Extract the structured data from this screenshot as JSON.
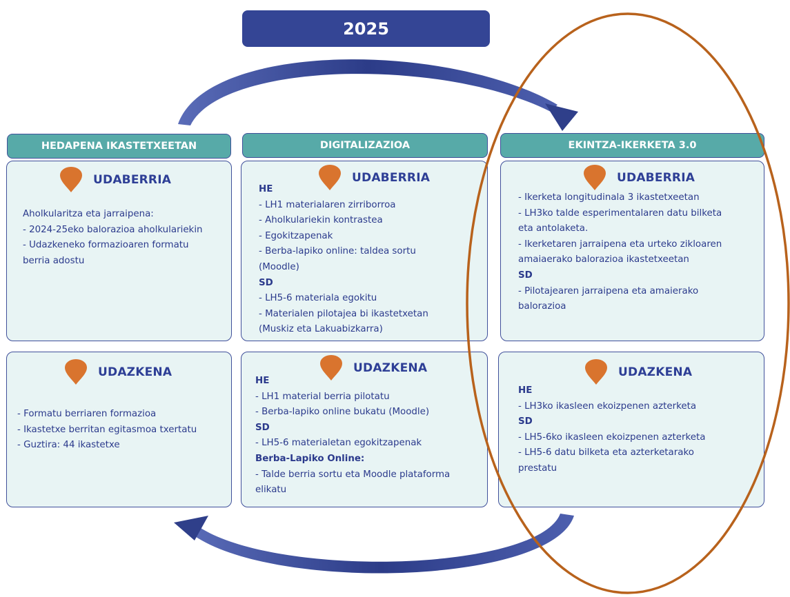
{
  "year": "2025",
  "columns": [
    {
      "header": "HEDAPENA IKASTETXEETAN",
      "spring": {
        "title": "UDABERRIA",
        "lines": [
          {
            "text": "Aholkularitza eta jarraipena:",
            "bold": false
          },
          {
            "text": "- 2024-25eko balorazioa aholkulariekin",
            "bold": false
          },
          {
            "text": "- Udazkeneko formazioaren formatu",
            "bold": false
          },
          {
            "text": "berria adostu",
            "bold": false
          }
        ]
      },
      "autumn": {
        "title": "UDAZKENA",
        "lines": [
          {
            "text": "- Formatu berriaren formazioa",
            "bold": false
          },
          {
            "text": "- Ikastetxe berritan egitasmoa txertatu",
            "bold": false
          },
          {
            "text": "- Guztira: 44 ikastetxe",
            "bold": false
          }
        ]
      }
    },
    {
      "header": "DIGITALIZAZIOA",
      "spring": {
        "title": "UDABERRIA",
        "lines": [
          {
            "text": "HE",
            "bold": true
          },
          {
            "text": "- LH1 materialaren zirriborroa",
            "bold": false
          },
          {
            "text": "- Aholkulariekin kontrastea",
            "bold": false
          },
          {
            "text": "- Egokitzapenak",
            "bold": false
          },
          {
            "text": "- Berba-lapiko online: taldea sortu",
            "bold": false
          },
          {
            "text": "(Moodle)",
            "bold": false
          },
          {
            "text": "SD",
            "bold": true
          },
          {
            "text": "- LH5-6 materiala egokitu",
            "bold": false
          },
          {
            "text": "- Materialen pilotajea bi ikastetxetan",
            "bold": false
          },
          {
            "text": "(Muskiz eta Lakuabizkarra)",
            "bold": false
          }
        ]
      },
      "autumn": {
        "title": "UDAZKENA",
        "lines": [
          {
            "text": "HE",
            "bold": true
          },
          {
            "text": "- LH1 material berria pilotatu",
            "bold": false
          },
          {
            "text": "- Berba-lapiko online bukatu (Moodle)",
            "bold": false
          },
          {
            "text": "SD",
            "bold": true
          },
          {
            "text": "- LH5-6 materialetan egokitzapenak",
            "bold": false
          },
          {
            "text": "Berba-Lapiko Online:",
            "bold": true
          },
          {
            "text": "- Talde berria sortu eta Moodle plataforma",
            "bold": false
          },
          {
            "text": "elikatu",
            "bold": false
          }
        ]
      }
    },
    {
      "header": "EKINTZA-IKERKETA 3.0",
      "spring": {
        "title": "UDABERRIA",
        "lines": [
          {
            "text": "- Ikerketa longitudinala 3 ikastetxeetan",
            "bold": false
          },
          {
            "text": "- LH3ko talde esperimentalaren datu bilketa",
            "bold": false
          },
          {
            "text": "eta antolaketa.",
            "bold": false
          },
          {
            "text": "- Ikerketaren jarraipena eta urteko zikloaren",
            "bold": false
          },
          {
            "text": "amaiaerako balorazioa ikastetxeetan",
            "bold": false
          },
          {
            "text": "SD",
            "bold": true
          },
          {
            "text": "- Pilotajearen jarraipena eta amaierako",
            "bold": false
          },
          {
            "text": "balorazioa",
            "bold": false
          }
        ]
      },
      "autumn": {
        "title": "UDAZKENA",
        "lines": [
          {
            "text": "HE",
            "bold": true
          },
          {
            "text": "- LH3ko ikasleen ekoizpenen azterketa",
            "bold": false
          },
          {
            "text": "SD",
            "bold": true
          },
          {
            "text": "- LH5-6ko ikasleen ekoizpenen azterketa",
            "bold": false
          },
          {
            "text": "- LH5-6 datu bilketa eta azterketarako",
            "bold": false
          },
          {
            "text": "prestatu",
            "bold": false
          }
        ]
      }
    }
  ],
  "colors": {
    "navy": "#344595",
    "teal": "#57aaa8",
    "card_bg": "#e8f4f4",
    "pin": "#d9742e",
    "ellipse": "#b8621c",
    "arrow": "#2f3f8a"
  }
}
